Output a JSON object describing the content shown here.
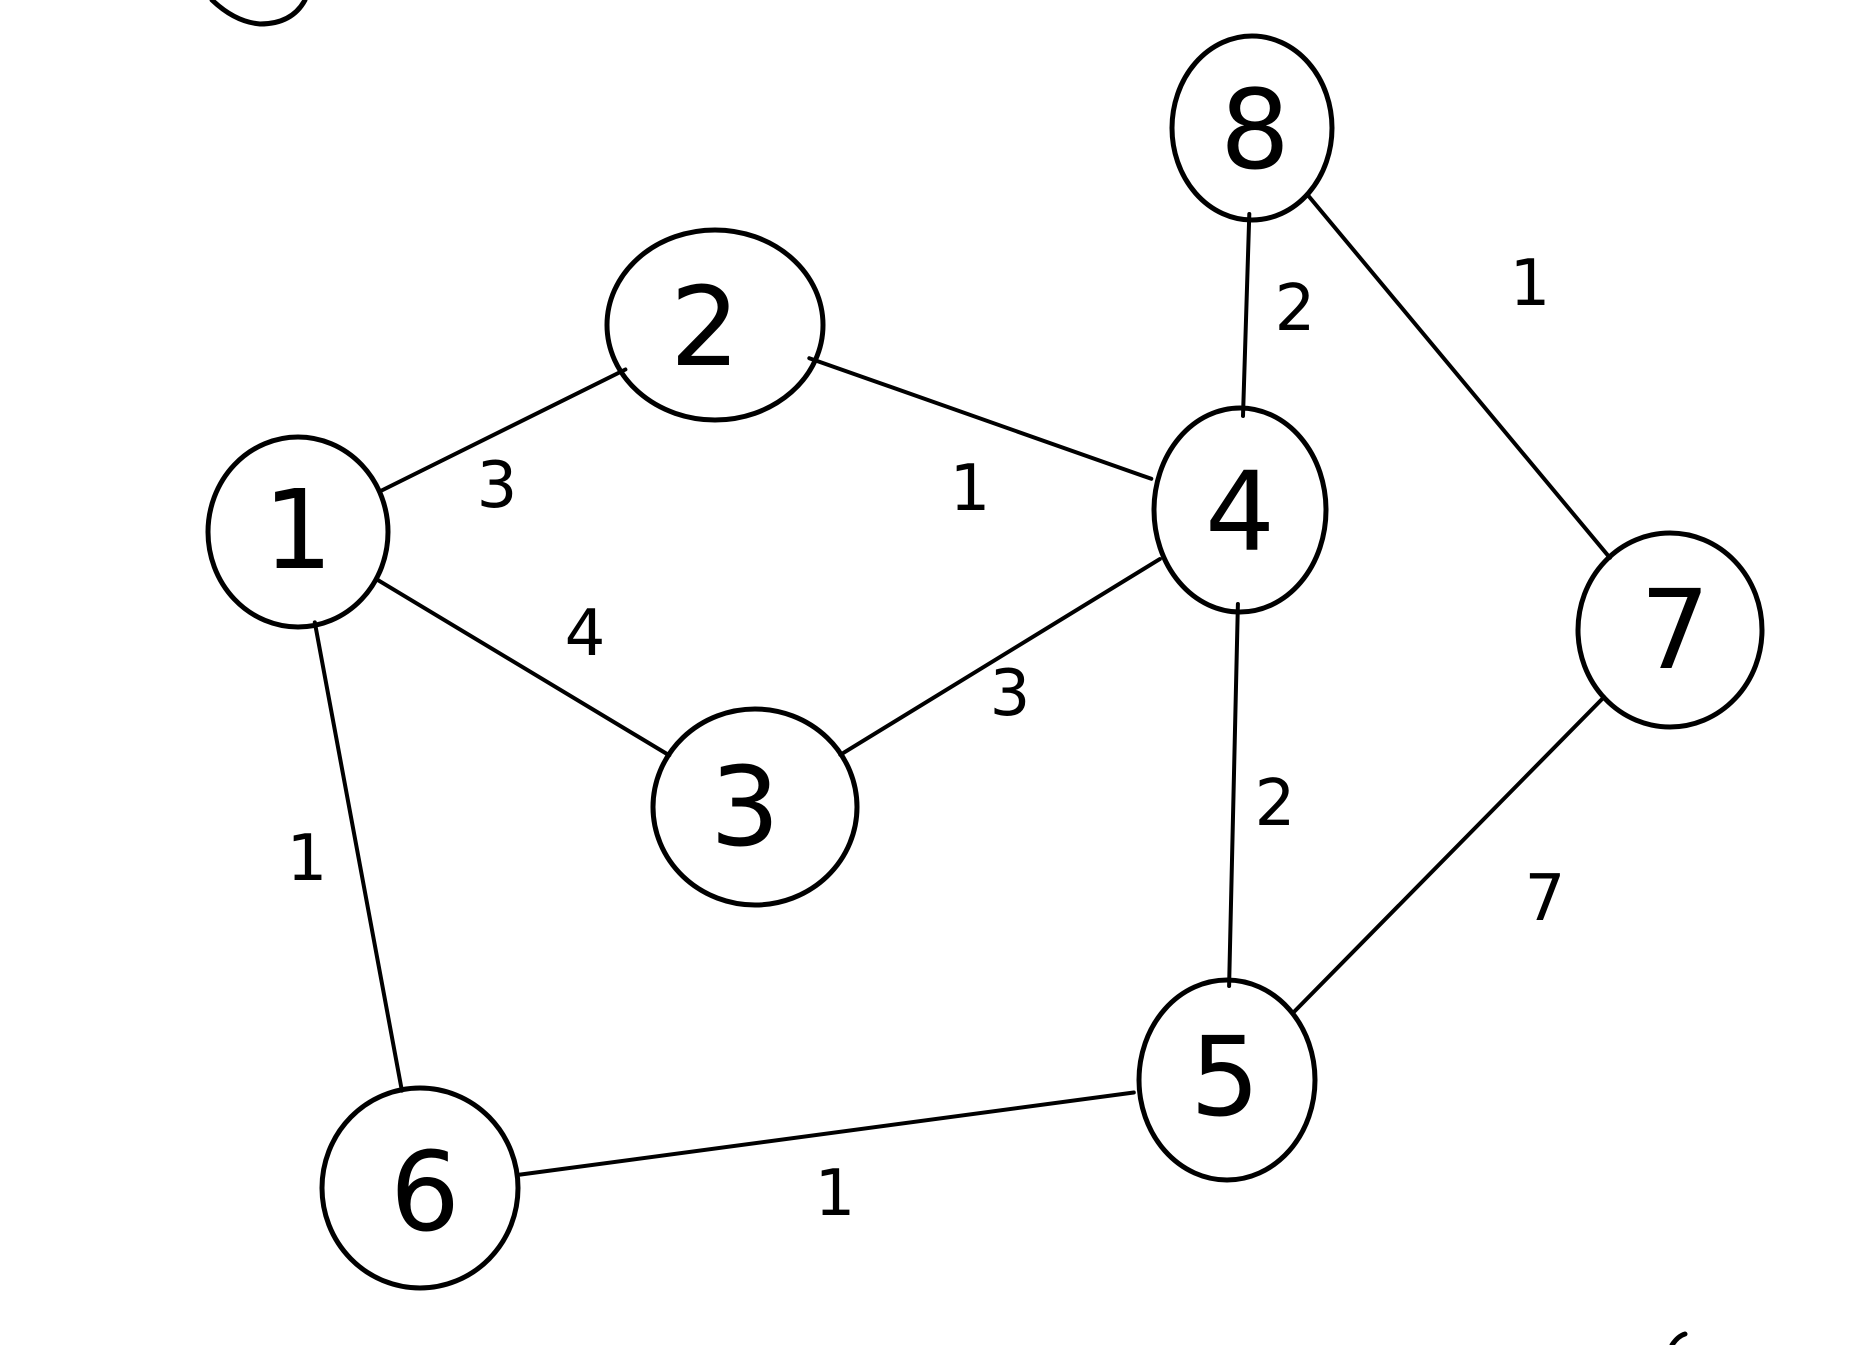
{
  "graph": {
    "nodes": [
      {
        "id": "1",
        "label": "1"
      },
      {
        "id": "2",
        "label": "2"
      },
      {
        "id": "3",
        "label": "3"
      },
      {
        "id": "4",
        "label": "4"
      },
      {
        "id": "5",
        "label": "5"
      },
      {
        "id": "6",
        "label": "6"
      },
      {
        "id": "7",
        "label": "7"
      },
      {
        "id": "8",
        "label": "8"
      }
    ],
    "edges": [
      {
        "from": "1",
        "to": "2",
        "weight": "3"
      },
      {
        "from": "1",
        "to": "3",
        "weight": "4"
      },
      {
        "from": "1",
        "to": "6",
        "weight": "1"
      },
      {
        "from": "2",
        "to": "4",
        "weight": "1"
      },
      {
        "from": "3",
        "to": "4",
        "weight": "3"
      },
      {
        "from": "4",
        "to": "8",
        "weight": "2"
      },
      {
        "from": "4",
        "to": "5",
        "weight": "2"
      },
      {
        "from": "5",
        "to": "6",
        "weight": "1"
      },
      {
        "from": "5",
        "to": "7",
        "weight": "7"
      },
      {
        "from": "7",
        "to": "8",
        "weight": "1"
      }
    ]
  },
  "colors": {
    "ink": "#000000",
    "paper": "#ffffff"
  }
}
